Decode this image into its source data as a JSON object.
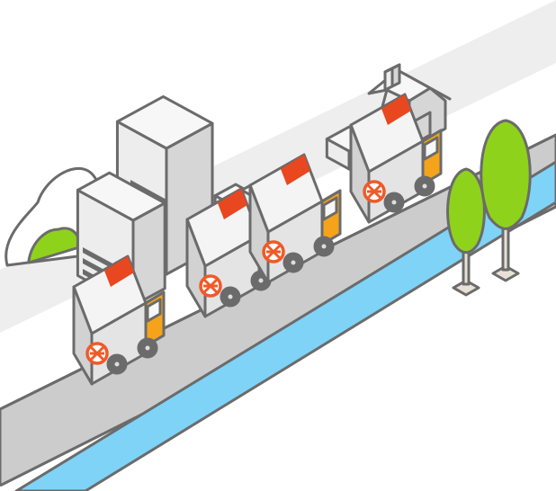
{
  "scene": {
    "colors": {
      "background": "#ffffff",
      "sky_band": "#eeeeee",
      "road": "#cccccc",
      "curb": "#ffffff",
      "river": "#7ed3f7",
      "outline": "#6b6b6b",
      "building_top": "#f7f7f7",
      "building_left": "#ededed",
      "building_right": "#d6d6d6",
      "truck_box_top": "#f4f4f4",
      "truck_box_side": "#e4e4e4",
      "truck_box_back": "#d2d2d2",
      "truck_cab": "#f5a31a",
      "truck_stripe": "#e8471f",
      "logo": "#ef5a28",
      "tree_foliage": "#8fd21b",
      "tree_foliage_dark": "#72b10f",
      "trunk": "#e8e1d6",
      "bush": "#8fd21b",
      "wheel": "#6b6b6b",
      "wheel_hub": "#dedede"
    },
    "elements": {
      "road": "road",
      "river": "river",
      "buildings": [
        "office-tower",
        "office-block",
        "house-with-chimney"
      ],
      "trucks": [
        "delivery-truck",
        "delivery-truck",
        "delivery-truck",
        "delivery-truck"
      ],
      "trees": [
        "tree",
        "tree"
      ],
      "bush": "bush",
      "logo_icon": "cross-circle-icon"
    }
  }
}
